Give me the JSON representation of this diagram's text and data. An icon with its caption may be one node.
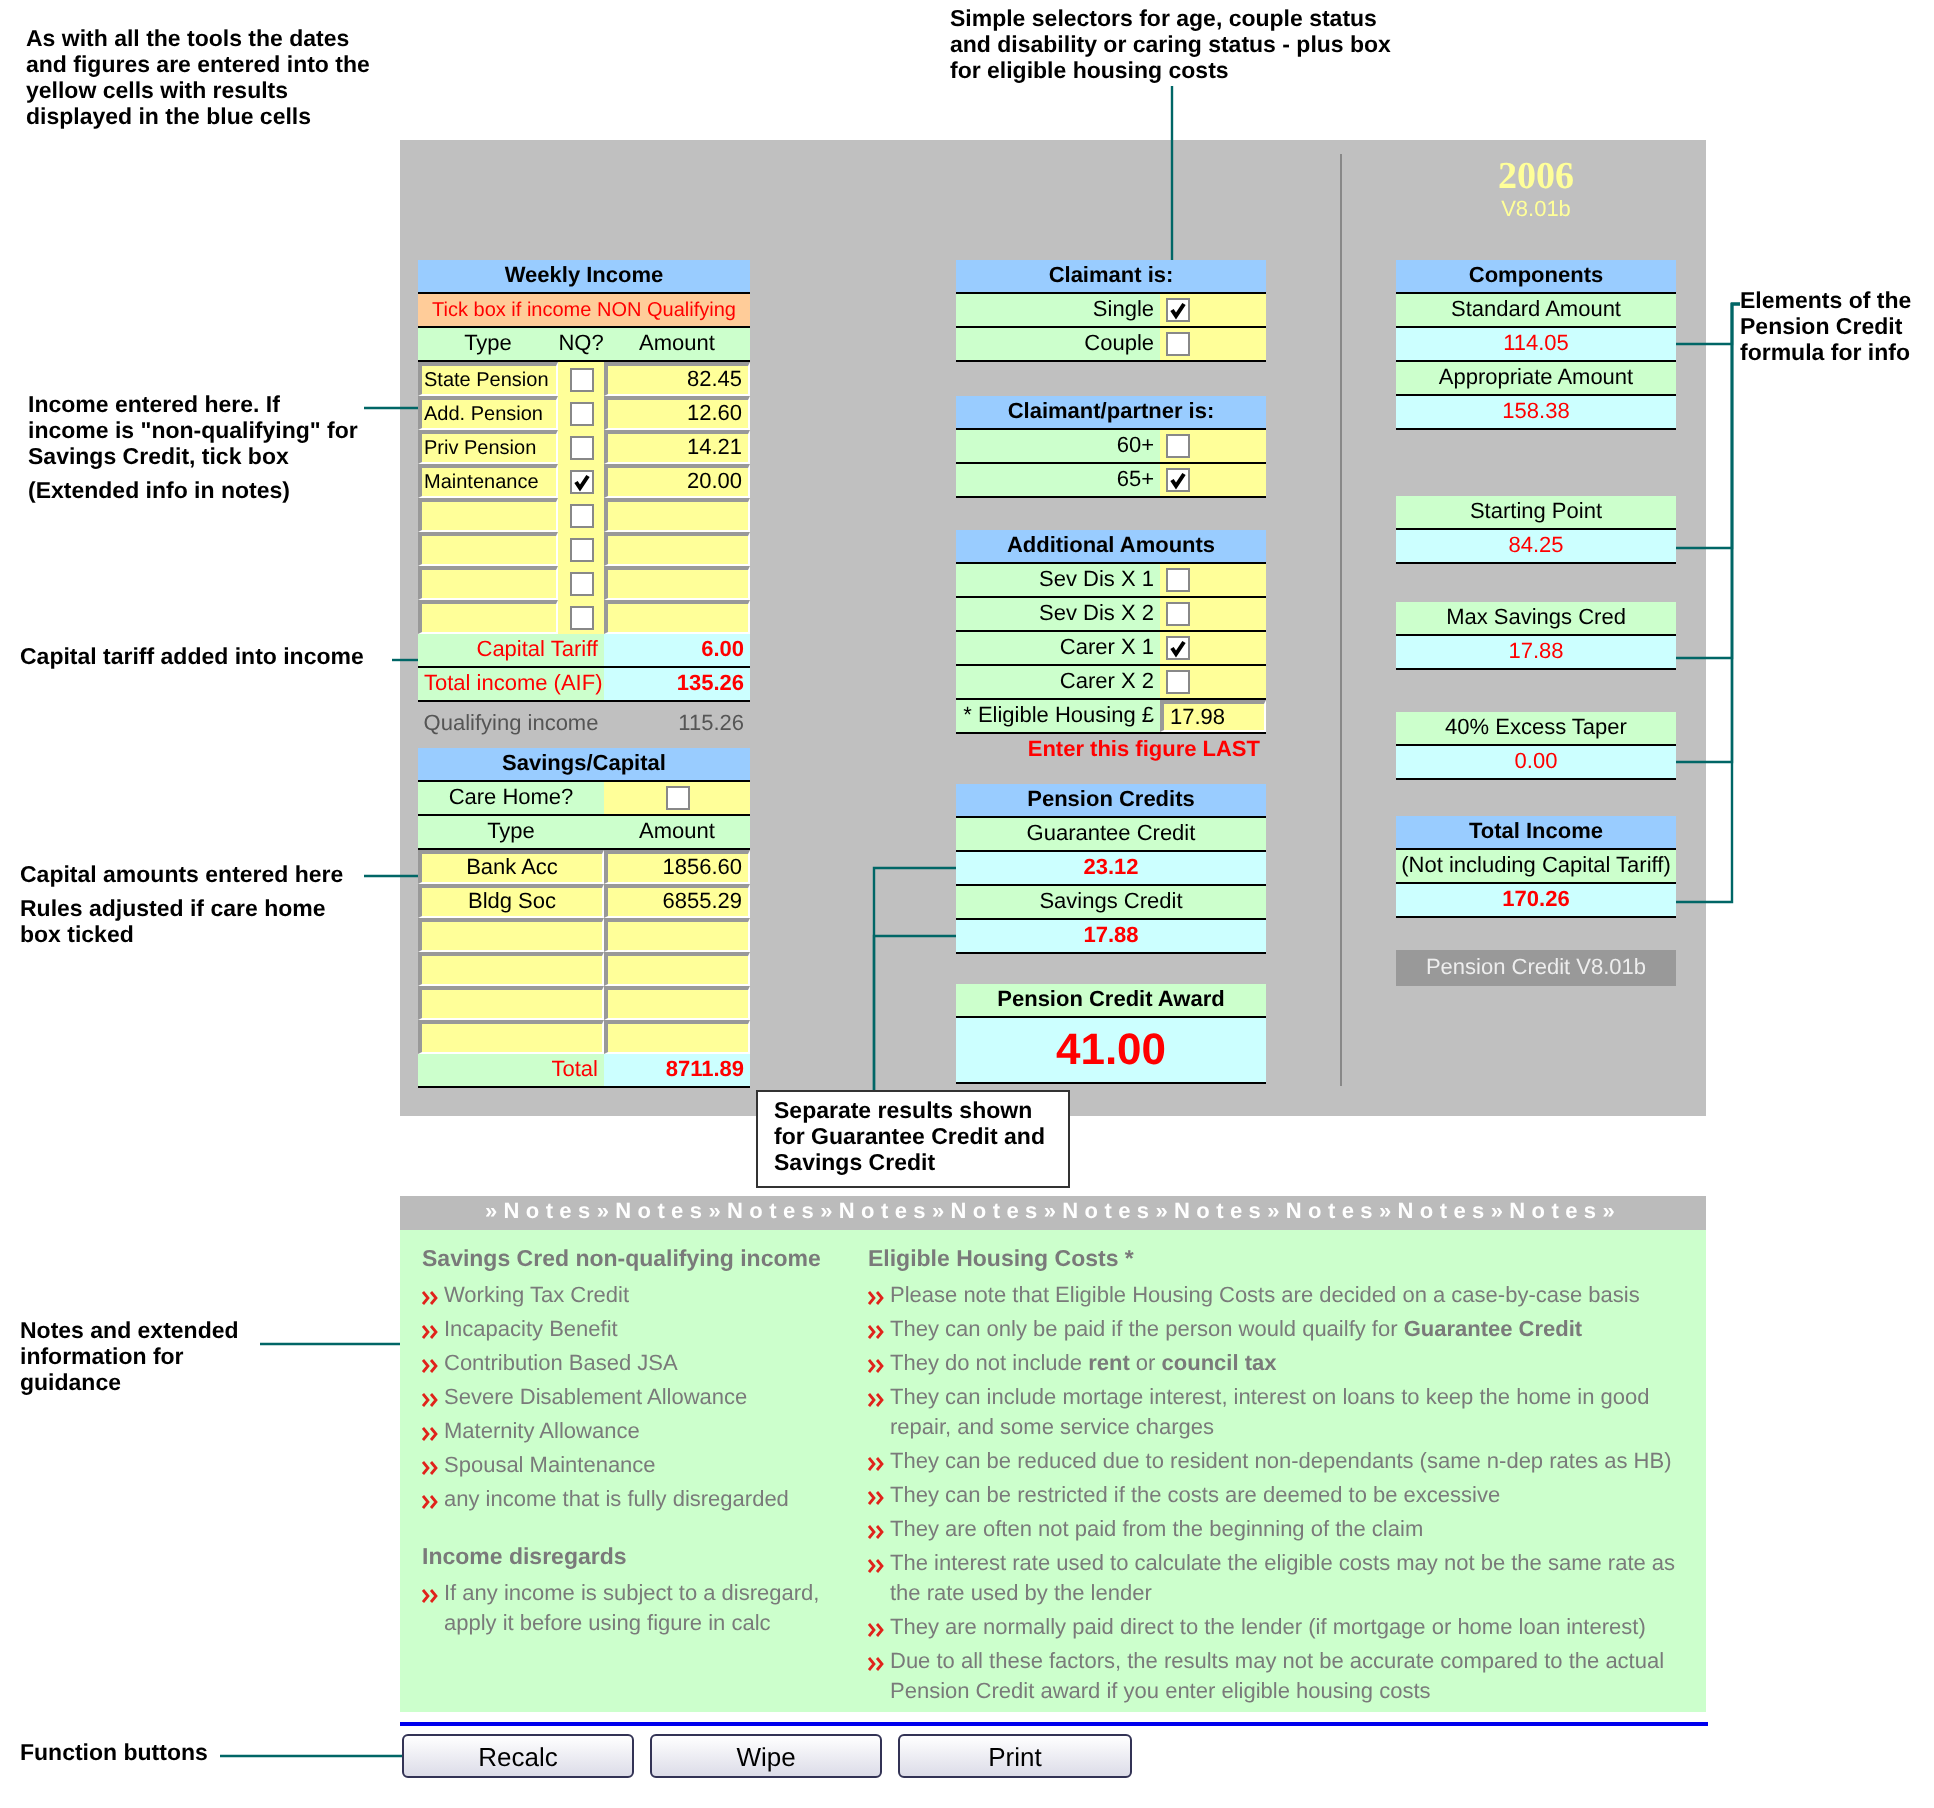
{
  "diagram": {
    "nodes": [
      {
        "text": [
          "Simple selectors for age, couple status and disability or caring status - plus box for eligible housing costs"
        ]
      },
      {
        "text": [
          "2006",
          "V8.01b"
        ]
      },
      {
        "text": [
          "Weekly Income",
          "Tick box if income NON Qualifying",
          "Type",
          "NQ?",
          "Amount",
          "State Pension",
          "82.45",
          "Add. Pension",
          "12.60",
          "Priv Pension",
          "14.21",
          "Maintenance",
          "20.00",
          "Capital Tariff",
          "6.00",
          "Total income (AIF)",
          "135.26",
          "Qualifying income",
          "115.26"
        ],
        "in": 1
      },
      {
        "text": [
          "Savings/Capital",
          "Care Home?",
          "Type",
          "Amount",
          "Bank Acc",
          "1856.60",
          "Bldg Soc",
          "6855.29",
          "Total",
          "8711.89"
        ],
        "in": 1
      },
      {
        "text": [
          "Claimant is:",
          "Single",
          "Couple"
        ],
        "in": 1
      },
      {
        "text": [
          "Claimant/partner is:",
          "60+",
          "65+"
        ],
        "in": 1
      },
      {
        "text": [
          "Additional Amounts",
          "Sev Dis X 1",
          "Sev Dis X 2",
          "Carer X 1",
          "Carer X 2",
          "* Eligible Housing £",
          "17.98",
          "Enter this figure LAST"
        ],
        "in": 1
      },
      {
        "text": [
          "Pension Credits",
          "Guarantee Credit",
          "23.12",
          "Savings Credit",
          "17.88"
        ],
        "in": 1
      },
      {
        "text": [
          "Pension Credit Award",
          "41.00"
        ],
        "in": 1
      },
      {
        "text": [
          "Components",
          "Standard Amount",
          "114.05",
          "Appropriate Amount",
          "158.38"
        ],
        "in": 1
      },
      {
        "text": [
          "Starting Point",
          "84.25"
        ],
        "in": 1
      },
      {
        "text": [
          "Max Savings Cred",
          "17.88"
        ],
        "in": 1
      },
      {
        "text": [
          "40% Excess Taper",
          "0.00"
        ],
        "in": 1
      },
      {
        "text": [
          "Total Income",
          "(Not including Capital Tariff)",
          "170.26"
        ],
        "in": 1
      },
      {
        "text": [
          "Pension Credit V8.01b"
        ],
        "in": 1
      },
      {
        "text": [
          "Income entered here. If income is \"non-qualifying\" for Savings Credit, tick box",
          "(Extended info in notes)"
        ]
      },
      {
        "text": [
          "Capital tariff added into income"
        ]
      },
      {
        "text": [
          "Capital amounts entered here",
          "Rules adjusted if care home box ticked"
        ]
      },
      {
        "text": [
          "Elements of the Pension Credit formula for info"
        ]
      },
      {
        "text": [
          "Separate results shown for Guarantee Credit and Savings Credit"
        ]
      },
      {
        "text": [
          "»Notes»Notes»Notes»Notes»Notes»Notes»Notes»Notes»Notes»Notes»",
          "Savings Cred non-qualifying income",
          "Working Tax Credit",
          "Incapacity Benefit",
          "Contribution Based JSA",
          "Severe Disablement Allowance",
          "Maternity Allowance",
          "Spousal Maintenance",
          "any income that is fully disregarded",
          "Income disregards",
          "If any income is subject to a disregard, apply it before using figure in calc",
          "Eligible Housing Costs *",
          "Please note that Eligible Housing Costs are decided on a case-by-case basis",
          "They can only be paid if the person would quailfy for **Guarantee Credit**",
          "They do not include **rent** or **council tax**",
          "They can include mortage interest, interest on loans to keep the home in good repair, and some service charges",
          "They can be reduced due to resident non-dependants (same n-dep rates as HB)",
          "They can be restricted if the costs are deemed to be excessive",
          "They are often not paid from the beginning of the claim",
          "The interest rate used to calculate the eligible costs may not be the same rate as the rate used by the lender",
          "They are normally paid direct to the lender (if mortgage or home loan interest)",
          "Due to all these factors, the results may not be accurate compared to the actual Pension Credit award if you enter eligible housing costs"
        ]
      },
      {
        "text": [
          "Notes and extended information for guidance"
        ]
      },
      {
        "text": [
          "Recalc"
        ]
      },
      {
        "text": [
          "Wipe"
        ]
      },
      {
        "text": [
          "Print"
        ]
      },
      {
        "text": [
          "Function buttons"
        ]
      }
    ],
    "edges": [
      {
        "from": 0,
        "to": 4,
        "arrow": "none"
      },
      {
        "from": 15,
        "to": 2,
        "arrow": "none"
      },
      {
        "from": 16,
        "to": 2,
        "arrow": "none"
      },
      {
        "from": 17,
        "to": 3,
        "arrow": "none"
      },
      {
        "from": 18,
        "to": 9,
        "arrow": "none"
      },
      {
        "from": 18,
        "to": 10,
        "arrow": "none"
      },
      {
        "from": 18,
        "to": 11,
        "arrow": "none"
      },
      {
        "from": 18,
        "to": 12,
        "arrow": "none"
      },
      {
        "from": 18,
        "to": 13,
        "arrow": "none"
      },
      {
        "from": 19,
        "to": 7,
        "arrow": "none"
      },
      {
        "from": 19,
        "to": 7,
        "arrow": "none"
      },
      {
        "from": 21,
        "to": 20,
        "arrow": "none"
      },
      {
        "from": 25,
        "to": 22,
        "arrow": "none"
      }
    ],
    "labels": [
      "As with all the tools the dates and figures are entered into the yellow cells with results displayed in the blue cells"
    ]
  }
}
